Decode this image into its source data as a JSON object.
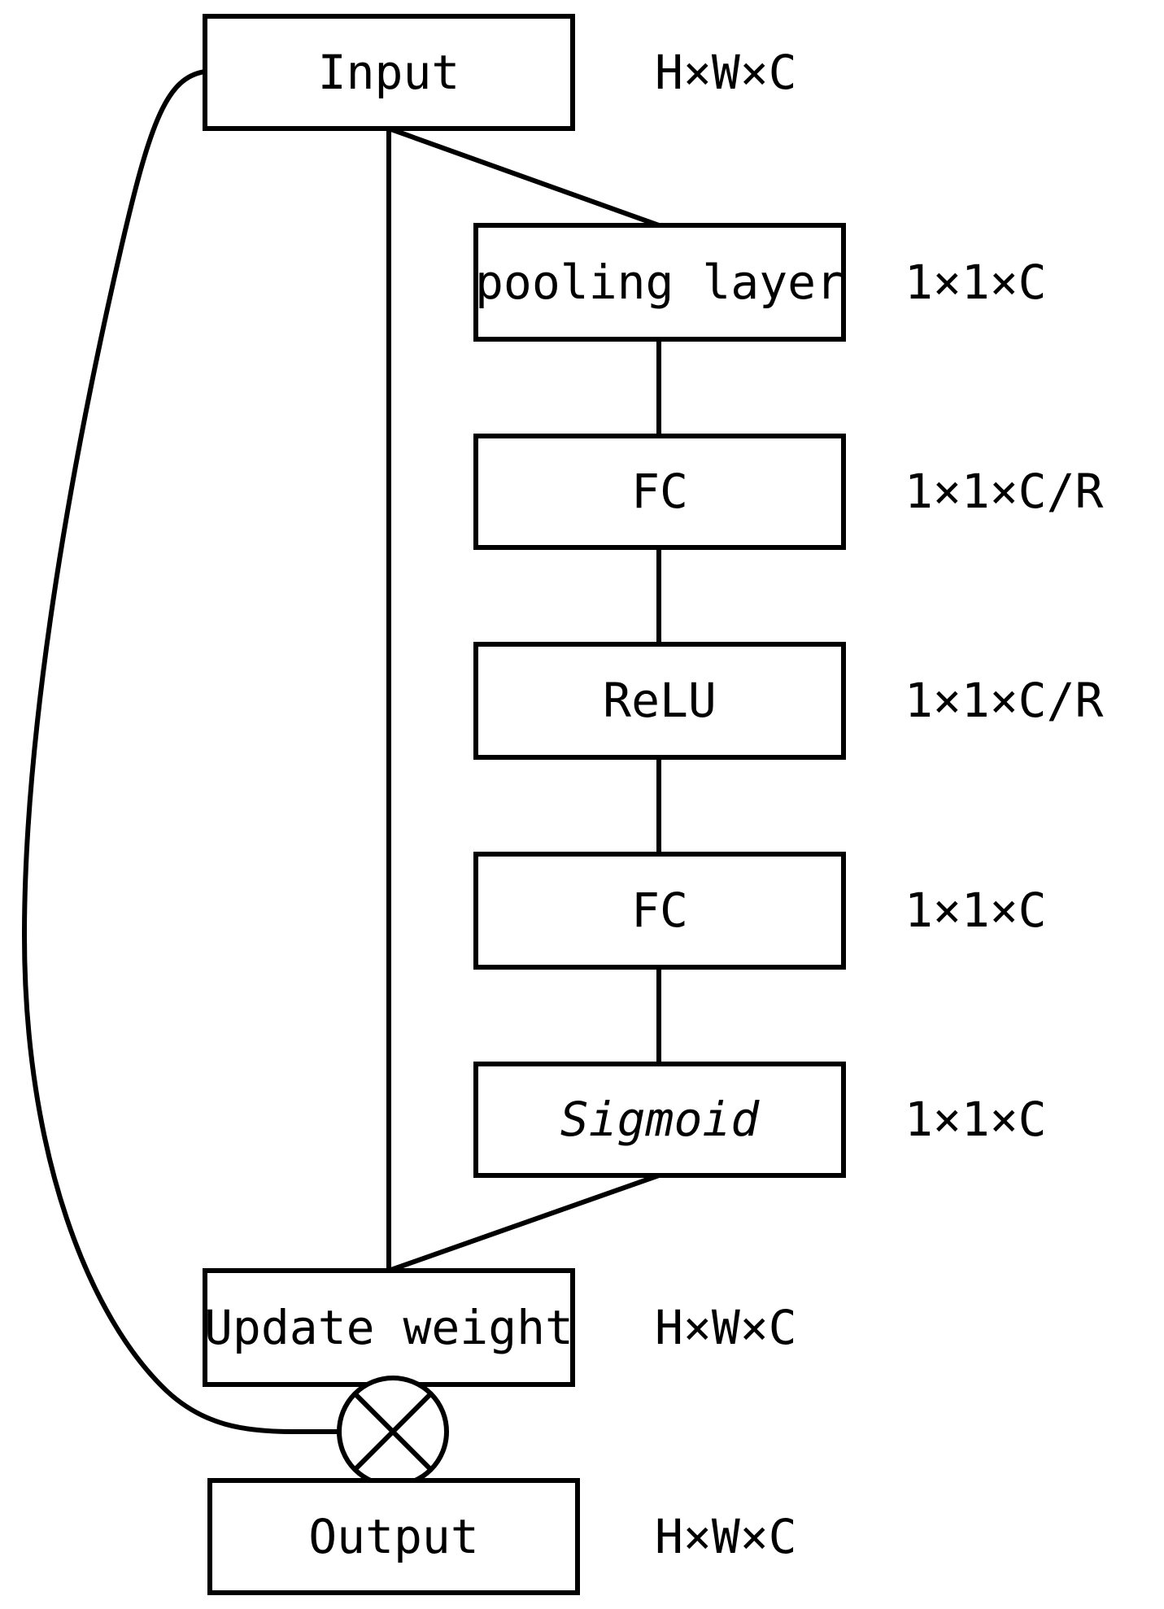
{
  "blocks": {
    "input": {
      "label": "Input",
      "dim": "H×W×C"
    },
    "pooling": {
      "label": "pooling layer",
      "dim": "1×1×C"
    },
    "fc1": {
      "label": "FC",
      "dim": "1×1×C/R"
    },
    "relu": {
      "label": "ReLU",
      "dim": "1×1×C/R"
    },
    "fc2": {
      "label": "FC",
      "dim": "1×1×C"
    },
    "sigmoid": {
      "label": "Sigmoid",
      "dim": "1×1×C"
    },
    "update": {
      "label": "Update weight",
      "dim": "H×W×C"
    },
    "output": {
      "label": "Output",
      "dim": "H×W×C"
    }
  },
  "operator": {
    "icon": "multiply-icon"
  }
}
